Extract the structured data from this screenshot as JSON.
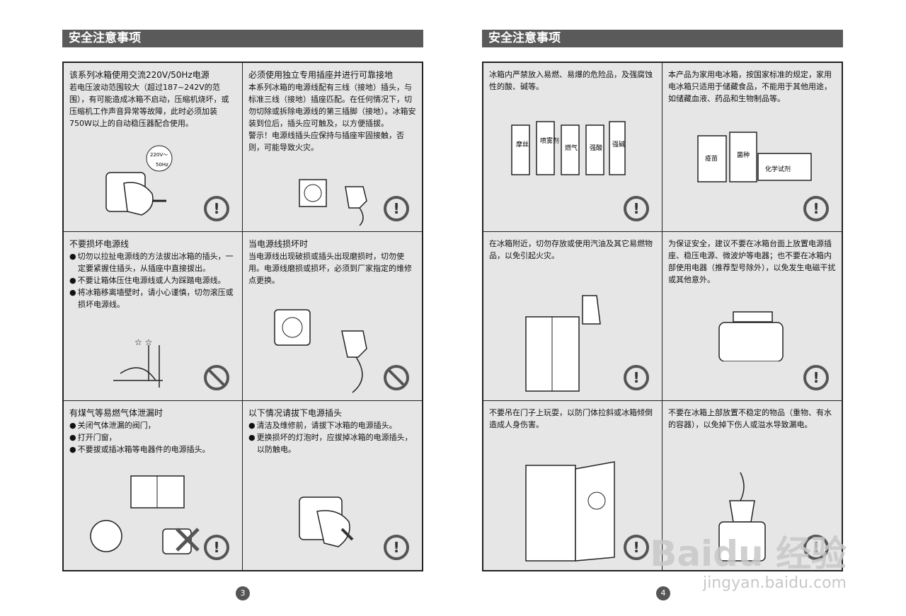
{
  "header": "安全注意事项",
  "left": {
    "page_number": "3",
    "cells": [
      {
        "title": "该系列冰箱使用交流220V/50Hz电源",
        "body": "若电压波动范围较大（超过187~242V的范围），有可能造成冰箱不启动，压缩机烧坏，或压缩机工作声音异常等故障，此时必须加装750W以上的自动稳压器配合使用。",
        "symbol": "!",
        "illus_labels": [
          "220V～",
          "50Hz"
        ]
      },
      {
        "title": "必须使用独立专用插座并进行可靠接地",
        "body": "本系列冰箱的电源线配有三线（接地）插头，与标准三线（接地）插座匹配。在任何情况下，切勿切除或拆除电源线的第三插脚（接地）。冰箱安装到位后，插头应可触及，以方便插拔。",
        "body2": "警示！电源线插头应保持与插座牢固接触，否则，可能导致火灾。",
        "symbol": "!"
      },
      {
        "title": "不要损坏电源线",
        "bullets": [
          "切勿以拉扯电源线的方法拔出冰箱的插头，一定要紧握住插头，从插座中直接拔出。",
          "不要让箱体压住电源线或人为踩踏电源线。",
          "将冰箱移离墙壁时，请小心谨慎，切勿滚压或损坏电源线。"
        ],
        "symbol": "no"
      },
      {
        "title": "当电源线损坏时",
        "body": "当电源线出现破损或插头出现磨损时，切勿使用。电源线磨损或损坏，必须到厂家指定的维修点更换。",
        "symbol": "no"
      },
      {
        "title": "有煤气等易燃气体泄漏时",
        "bullets": [
          "关闭气体泄漏的阀门，",
          "打开门窗，",
          "不要拔或插冰箱等电器件的电源插头。"
        ],
        "symbol": "!"
      },
      {
        "title": "以下情况请拔下电源插头",
        "bullets": [
          "清洁及维修前，请拔下冰箱的电源插头。",
          "更换损坏的灯泡时，应拔掉冰箱的电源插头，以防触电。"
        ],
        "symbol": "!"
      }
    ]
  },
  "right": {
    "page_number": "4",
    "cells": [
      {
        "body": "冰箱内严禁放入易燃、易爆的危险品，及强腐蚀性的酸、碱等。",
        "symbol": "!",
        "illus_labels": [
          "摩丝",
          "喷雾剂",
          "燃气",
          "强酸",
          "强碱"
        ]
      },
      {
        "body": "本产品为家用电冰箱，按国家标准的规定，家用电冰箱只适用于储藏食品，不能用于其他用途，如储藏血液、药品和生物制品等。",
        "symbol": "!",
        "illus_labels": [
          "疫苗",
          "菌种",
          "化学试剂"
        ]
      },
      {
        "body": "在冰箱附近，切勿存放或使用汽油及其它易燃物品，以免引起火灾。",
        "symbol": "!"
      },
      {
        "body": "为保证安全，建议不要在冰箱台面上放置电源插座、稳压电源、微波炉等电器；也不要在冰箱内部使用电器（推荐型号除外），以免发生电磁干扰或其他意外。",
        "symbol": "!"
      },
      {
        "body": "不要吊在门子上玩耍，以防门体拉斜或冰箱倾倒造成人身伤害。",
        "symbol": "!"
      },
      {
        "body": "不要在冰箱上部放置不稳定的物品（重物、有水的容器），以免掉下伤人或溢水导致漏电。",
        "symbol": "!"
      }
    ]
  },
  "watermark": {
    "brand": "Baidu 经验",
    "url": "jingyan.baidu.com"
  }
}
